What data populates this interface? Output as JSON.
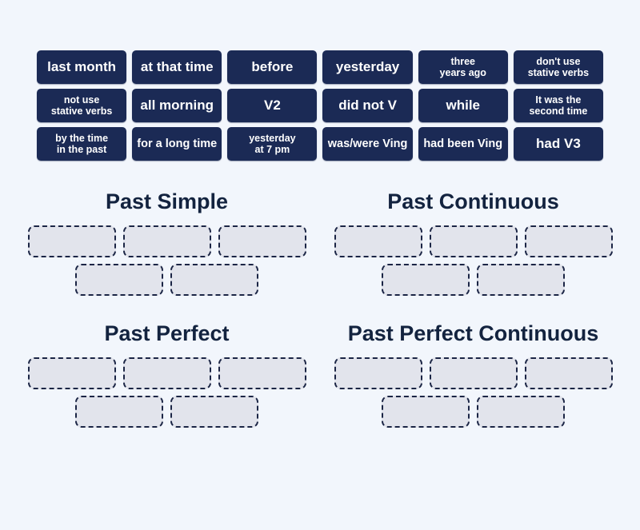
{
  "activity": {
    "kind": "group-sort"
  },
  "colors": {
    "page_background": "#f2f6fc",
    "tile_background": "#1b2a55",
    "tile_text": "#ffffff",
    "group_title_text": "#13233f",
    "slot_background": "#e2e4ec",
    "slot_border": "#1b2545"
  },
  "tiles": [
    {
      "label": "last month"
    },
    {
      "label": "at that time"
    },
    {
      "label": "before"
    },
    {
      "label": "yesterday"
    },
    {
      "label": "three\nyears ago"
    },
    {
      "label": "don't use\nstative verbs"
    },
    {
      "label": "not use\nstative verbs"
    },
    {
      "label": "all morning"
    },
    {
      "label": "V2"
    },
    {
      "label": "did not V"
    },
    {
      "label": "while"
    },
    {
      "label": "It was the\nsecond time"
    },
    {
      "label": "by the time\nin the past"
    },
    {
      "label": "for a long time"
    },
    {
      "label": "yesterday\nat 7 pm"
    },
    {
      "label": "was/were Ving"
    },
    {
      "label": "had been Ving"
    },
    {
      "label": "had V3"
    }
  ],
  "groups": [
    {
      "title": "Past Simple",
      "slot_count": 5
    },
    {
      "title": "Past Continuous",
      "slot_count": 5
    },
    {
      "title": "Past Perfect",
      "slot_count": 5
    },
    {
      "title": "Past Perfect Continuous",
      "slot_count": 5
    }
  ]
}
